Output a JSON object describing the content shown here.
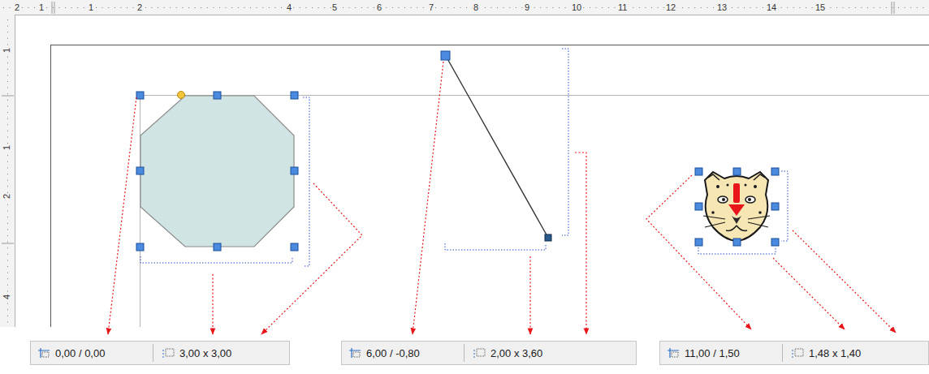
{
  "diagram": {
    "nodes": [
      {
        "text": [
          "0,00 / 0,00",
          "3,00 x 3,00"
        ]
      },
      {
        "text": [
          "6,00 / -0,80",
          "2,00 x 3,60"
        ]
      },
      {
        "text": [
          "11,00 / 1,50",
          "1,48 x 1,40"
        ]
      }
    ],
    "labels": [
      "2",
      "1",
      "1",
      "2",
      "4",
      "5",
      "6",
      "7",
      "8",
      "9",
      "10",
      "11",
      "12",
      "13",
      "14",
      "15",
      "1",
      "1",
      "2",
      "4"
    ]
  }
}
